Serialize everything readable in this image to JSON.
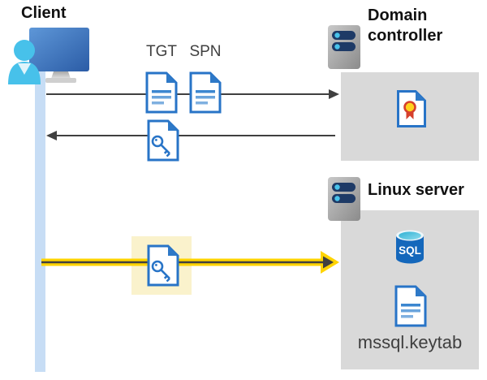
{
  "client": {
    "label": "Client"
  },
  "tickets": {
    "tgt": "TGT",
    "spn": "SPN"
  },
  "domain_controller": {
    "label": "Domain controller"
  },
  "linux_server": {
    "label": "Linux server",
    "database_label": "SQL",
    "keytab_file": "mssql.keytab"
  },
  "icons": {
    "client": "user-with-monitor-icon",
    "server": "server-icon",
    "ticket_document": "document-icon",
    "key_document": "key-document-icon",
    "certificate": "certificate-document-icon",
    "sql_database": "sql-database-icon"
  },
  "colors": {
    "accent_blue": "#2874c7",
    "doc_fold_blue": "#2e79c7",
    "light_blue_line": "#c7ddf5",
    "box_gray": "#d9d9d9",
    "arrow_gray": "#404040",
    "highlight_yellow": "#faf2cc",
    "arrow_yellow": "#ffd400",
    "monitor_blue": "#3f74c0",
    "person_cyan": "#47c1ea",
    "server_bar_navy": "#1e3a66",
    "server_dot_cyan": "#49c3eb",
    "cert_red": "#d6402c",
    "cert_gold": "#ffd21e",
    "sql_blue": "#1467bb"
  }
}
